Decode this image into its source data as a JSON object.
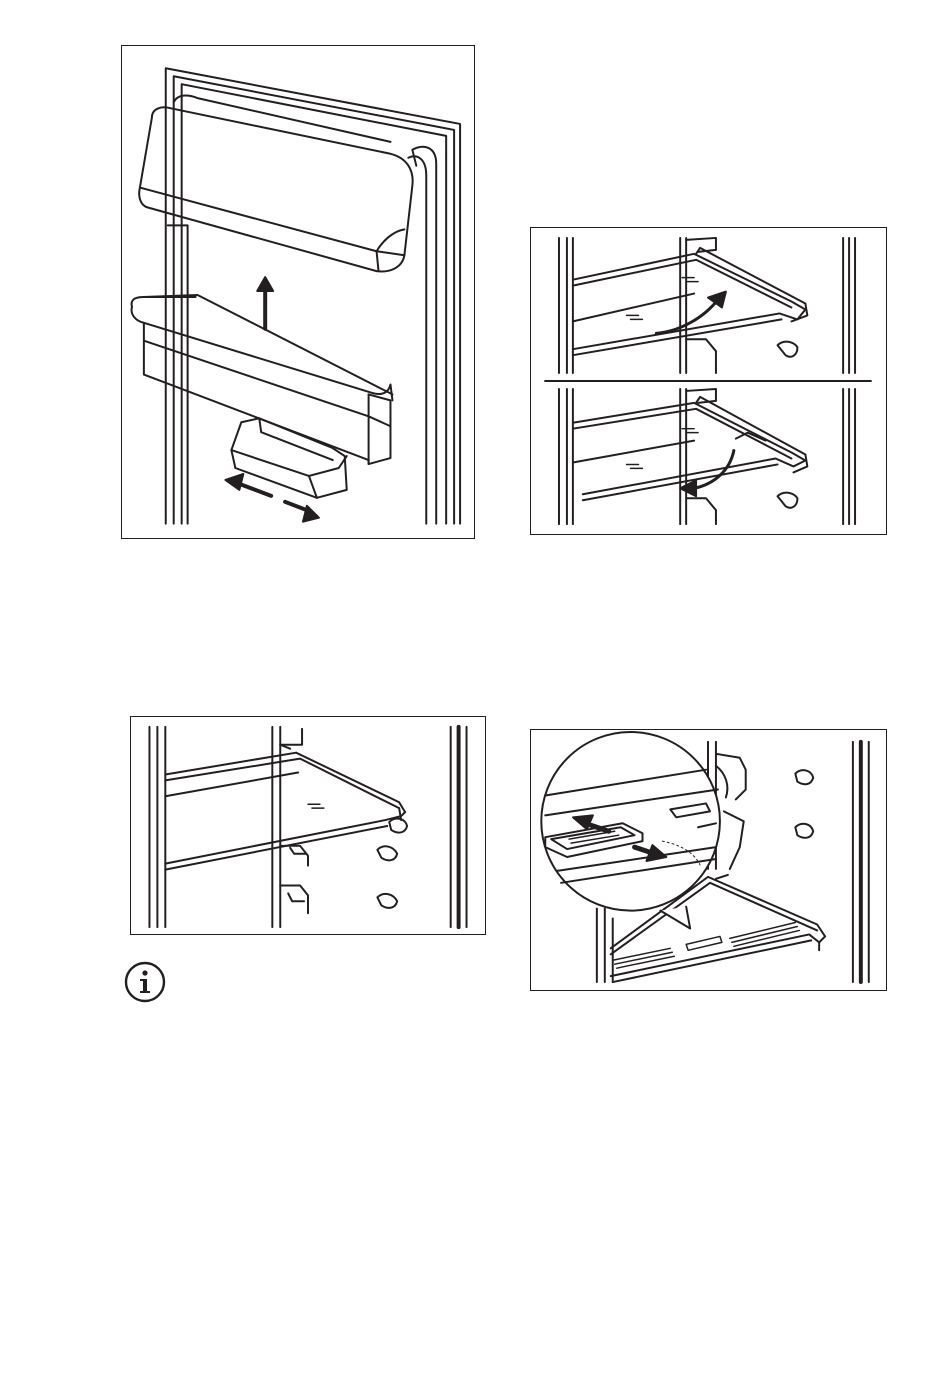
{
  "figures": [
    {
      "id": "door-balcony-removal",
      "icon": "door-shelf-illustration"
    },
    {
      "id": "shelf-rear-edge-tilt",
      "icon": "shelf-tilt-illustration"
    },
    {
      "id": "shelf-support-runners",
      "icon": "shelf-support-illustration"
    },
    {
      "id": "shelf-air-vent-slider",
      "icon": "air-vent-slider-illustration"
    }
  ],
  "icons": {
    "info": "info-icon"
  },
  "colors": {
    "line": "#231f20",
    "background": "#ffffff"
  }
}
